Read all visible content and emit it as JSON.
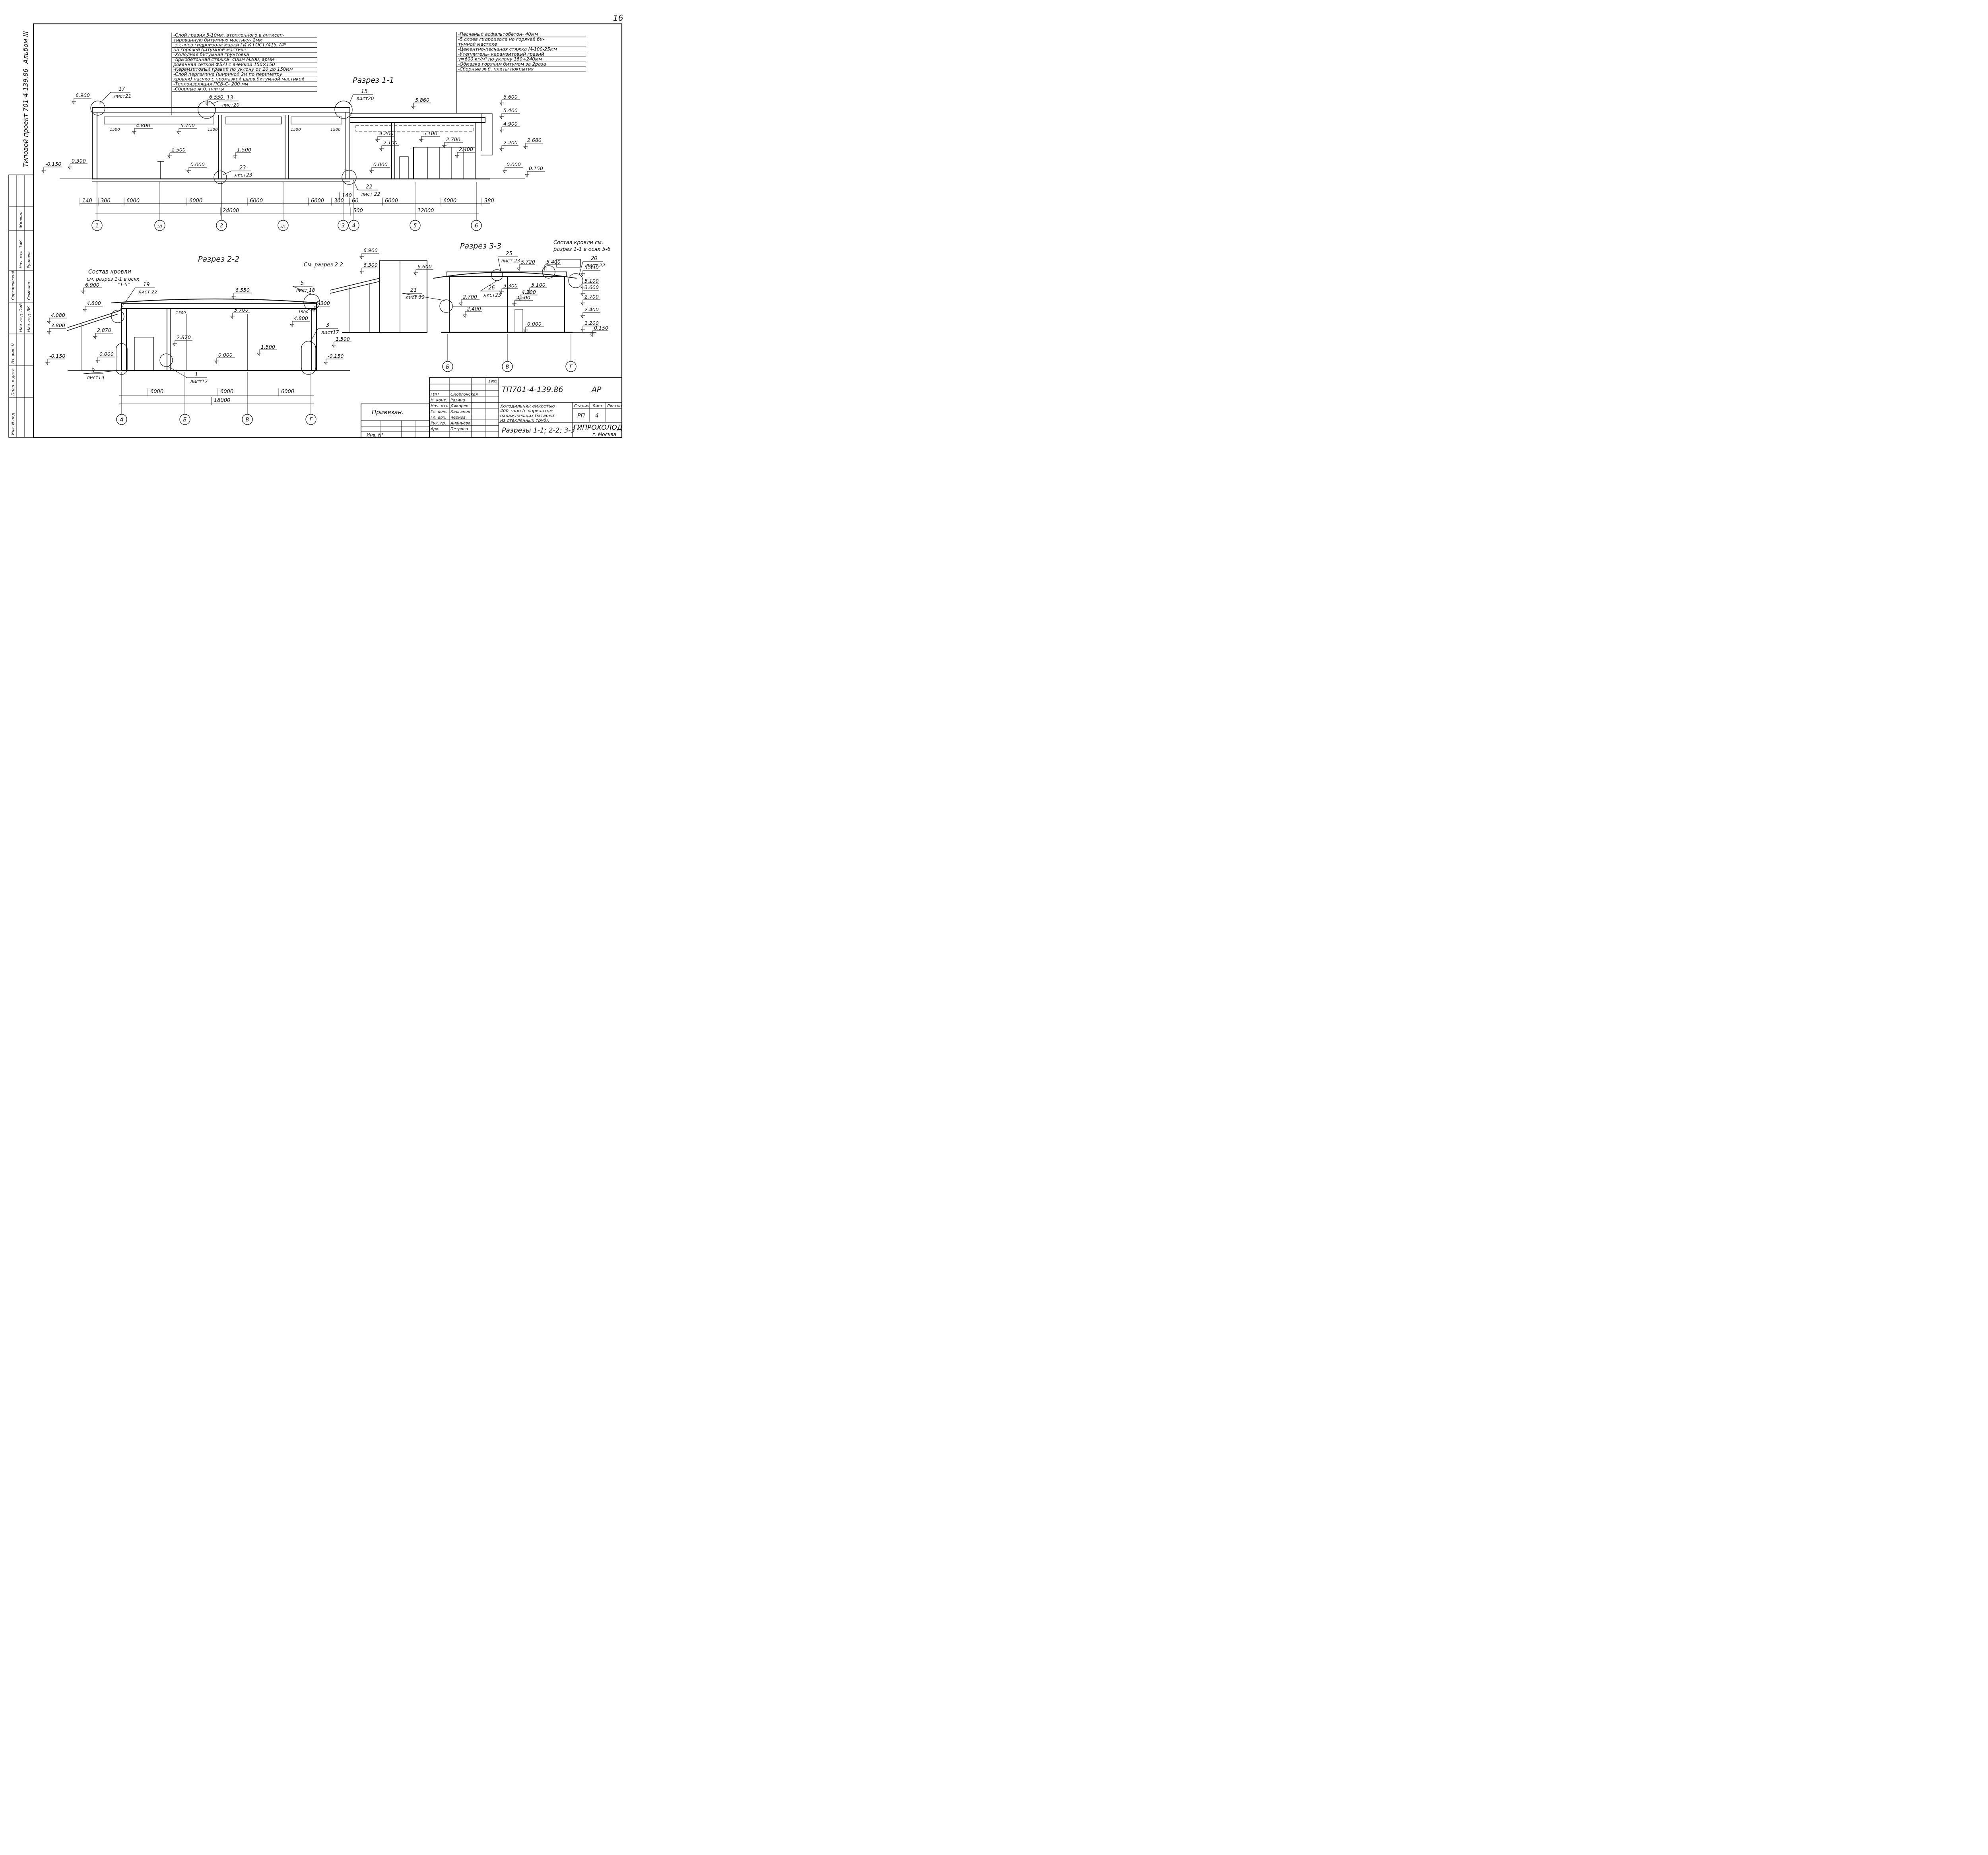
{
  "page_number": "16",
  "frame": {
    "album": "Альбом III",
    "project": "Типовой проект 701-4-139.86"
  },
  "section_1": {
    "title": "Разрез 1-1",
    "notes_left": [
      "-Слой гравия 5-10мм, втопленного в антисеп-",
      "тированную битумную мастику- 2мм",
      "-5 слоев гидроизола марки ГИ-К ГОСТ7415-74*",
      "на горячей битумной мастике",
      "-Холодная битумная грунтовка",
      "-Армобетонная стяжка- 40мм М200, арми-",
      "рованная сеткой ФБАI с ячейкой 150×150",
      "-Керамзитовый гравий по уклону от 20 до 150мм",
      "-Слой пергамина (шириной 2м по периметру",
      "кровли) насухо с промазкой швов битумной мастикой",
      "-Теплоизоляция ПСБ-С- 200 мм",
      "-Сборные ж.б. плиты"
    ],
    "notes_right": [
      "-Песчаный асфальтобетон- 40мм",
      "-5 слоев гидроизола на горячей би-",
      "тумной мастике",
      "-Цементно-песчаная стяжка М-100-25мм",
      "-Утеплитель- керамзитовый гравий",
      "γ=600 кг/м³ по уклону 150÷240мм",
      "-Обмазка горячим битумом за 2раза",
      "-Сборные ж.б. плиты покрытия"
    ],
    "levels": [
      "6.900",
      "6.550",
      "5.860",
      "6.600",
      "5.400",
      "4.900",
      "4.800",
      "5.700",
      "4.200",
      "5.100",
      "2.100",
      "2.700",
      "2.200",
      "2.680",
      "2.400",
      "1.500",
      "1.500",
      "0.300",
      "-0.150",
      "0.000",
      "0.000",
      "0.000",
      "0.150"
    ],
    "callouts": [
      {
        "n": "17",
        "sheet": "лист21"
      },
      {
        "n": "13",
        "sheet": "лист20"
      },
      {
        "n": "15",
        "sheet": "лист20"
      },
      {
        "n": "23",
        "sheet": "лист23"
      },
      {
        "n": "22",
        "sheet": "лист 22"
      }
    ],
    "span_1500": "1500",
    "dims_row1": [
      "140",
      "300",
      "6000",
      "6000",
      "6000",
      "6000",
      "300",
      "140",
      "60",
      "6000",
      "6000",
      "380"
    ],
    "dims_row2": [
      "24000",
      "500",
      "12000"
    ],
    "axes": [
      "1",
      "1/1",
      "2",
      "2/1",
      "3",
      "4",
      "5",
      "6"
    ]
  },
  "section_2": {
    "title": "Разрез 2-2",
    "composition": [
      "Состав кровли",
      "см. разрез 1-1 в осях",
      "\"1-5\""
    ],
    "levels": [
      "6.900",
      "4.800",
      "4.080",
      "3.800",
      "2.870",
      "6.550",
      "5.700",
      "6.300",
      "4.800",
      "2.870",
      "1.500",
      "1.500",
      "-0.150",
      "0.000",
      "0.000",
      "-0.150"
    ],
    "callouts": [
      {
        "n": "19",
        "sheet": "лист 22"
      },
      {
        "n": "5",
        "sheet": "лист 18"
      },
      {
        "n": "3",
        "sheet": "лист17"
      },
      {
        "n": "9",
        "sheet": "лист19"
      },
      {
        "n": "1",
        "sheet": "лист17"
      }
    ],
    "span_1500": "1500",
    "dims_row1": [
      "6000",
      "6000",
      "6000"
    ],
    "dims_row2": [
      "18000"
    ],
    "axes": [
      "А",
      "Б",
      "В",
      "Г"
    ]
  },
  "section_3": {
    "title": "Разрез 3-3",
    "ref_2_2": "См. разрез 2-2",
    "composition": [
      "Состав кровли см.",
      "разрез 1-1 в осях 5-6"
    ],
    "levels": [
      "6.900",
      "6.300",
      "6.600",
      "5.720",
      "5.400",
      "5.340",
      "5.100",
      "3.600",
      "3.300",
      "4.200",
      "5.100",
      "2.700",
      "2.500",
      "2.400",
      "2.700",
      "2.400",
      "1.200",
      "0.000",
      "0.150"
    ],
    "callouts": [
      {
        "n": "25",
        "sheet": "лист 23"
      },
      {
        "n": "20",
        "sheet": "лист 22"
      },
      {
        "n": "21",
        "sheet": "лист 22"
      },
      {
        "n": "26",
        "sheet": "лист23"
      }
    ],
    "axes": [
      "Б",
      "В",
      "Г"
    ]
  },
  "side_stamp": {
    "rows": [
      "Инв. N под.",
      "Подп. и дата",
      "Вз. инв. N",
      "Нач. отд. ОиВ",
      "Нач. отд. ВК",
      "Нач. отд. ЗиК"
    ],
    "names": [
      "Жилкин",
      "Семенов",
      "Руновов",
      "Соргаповский"
    ]
  },
  "title_block": {
    "year": "1985",
    "code": "ТП701-4-139.86",
    "mark": "АР",
    "tied": "Привязан.",
    "inv": "Инв. N°",
    "roles": [
      {
        "role": "ГИП",
        "name": "Сморгонская"
      },
      {
        "role": "Н. конт.",
        "name": "Разина"
      },
      {
        "role": "Нач. отд.",
        "name": "Дикарев"
      },
      {
        "role": "Гл. конс.",
        "name": "Карганов"
      },
      {
        "role": "Гл. арх.",
        "name": "Чернов"
      },
      {
        "role": "Рук. гр.",
        "name": "Ананьева"
      },
      {
        "role": "Арх.",
        "name": "Петрова"
      }
    ],
    "description": [
      "Холодильник емкостью",
      "400 тонн (с вариантом",
      "охлаждающих батарей",
      "из стеклянных труб)."
    ],
    "stage_header": "Стадия",
    "sheet_header": "Лист",
    "sheets_header": "Листов",
    "stage": "РП",
    "sheet": "4",
    "sheet_title": "Разрезы 1-1; 2-2; 3-3",
    "org": "ГИПРОХОЛОД",
    "city": "г. Москва"
  }
}
